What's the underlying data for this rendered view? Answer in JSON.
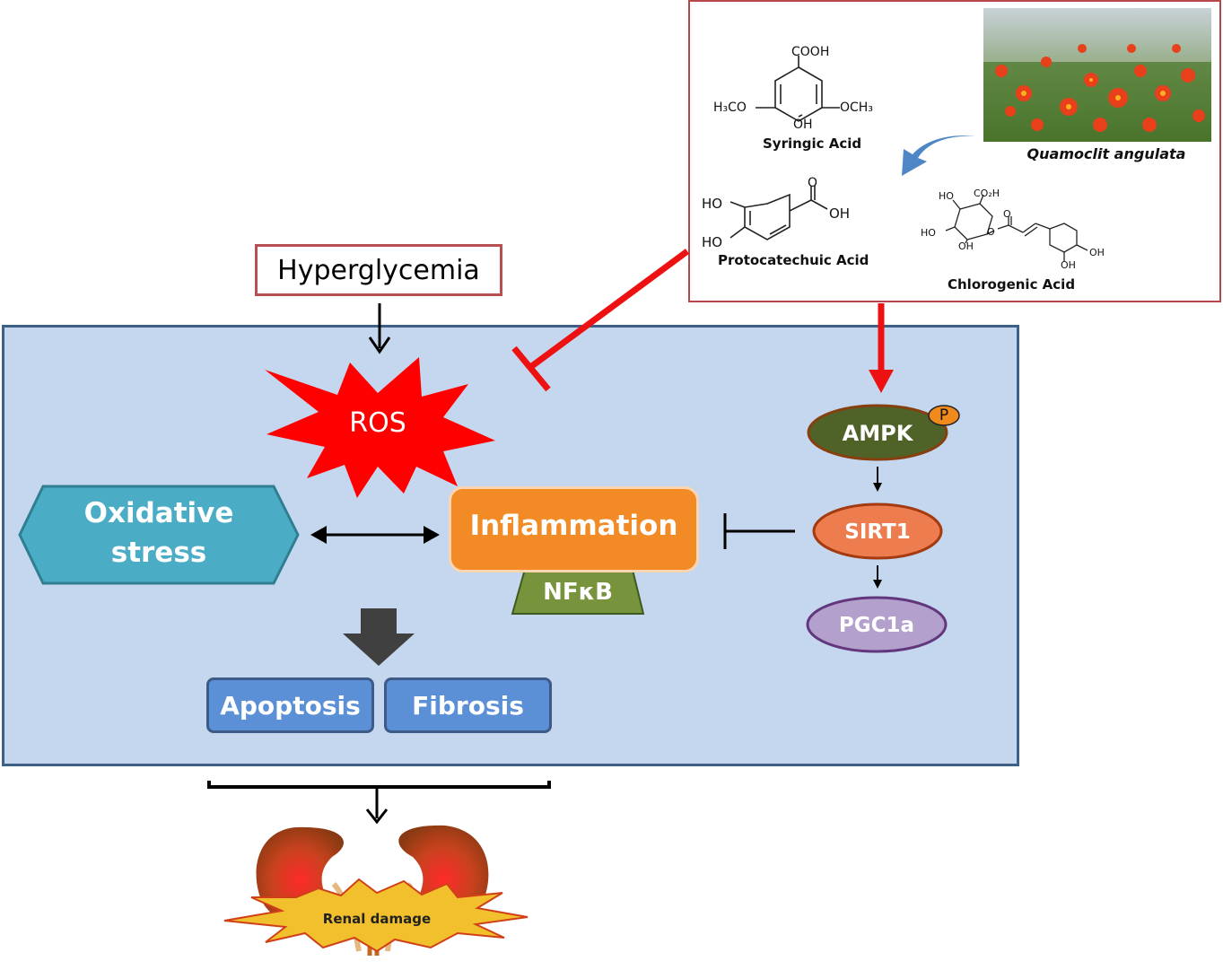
{
  "diagram": {
    "hyperglycemia": "Hyperglycemia",
    "ros": "ROS",
    "oxidative_stress_line1": "Oxidative",
    "oxidative_stress_line2": "stress",
    "inflammation": "Inflammation",
    "nfkb": "NFκB",
    "apoptosis": "Apoptosis",
    "fibrosis": "Fibrosis",
    "ampk": "AMPK",
    "phospho": "P",
    "sirt1": "SIRT1",
    "pgc1a": "PGC1a",
    "renal_damage": "Renal damage"
  },
  "inset": {
    "plant_name": "Quamoclit angulata",
    "syringic": {
      "name": "Syringic Acid",
      "cooh": "COOH",
      "h3co": "H₃CO",
      "och3": "OCH₃",
      "oh": "OH"
    },
    "protocatechuic": {
      "name": "Protocatechuic Acid",
      "ho1": "HO",
      "ho2": "HO",
      "o": "O",
      "oh": "OH"
    },
    "chlorogenic": {
      "name": "Chlorogenic Acid",
      "ho_top": "HO",
      "co2h": "CO₂H",
      "ho_left": "HO",
      "oh_bottom": "OH",
      "o_ester": "O",
      "o_carbonyl": "O",
      "oh_ring1": "OH",
      "oh_ring2": "OH"
    }
  },
  "colors": {
    "panel_bg": "#c5d7ee",
    "inhibit_red": "#ee1111",
    "ros_red": "#ff0000",
    "oxidative_teal": "#4aacc5",
    "inflammation_orange": "#f28a26",
    "nfkb_green": "#77933c",
    "ampk_olive": "#4f6228",
    "sirt1_salmon": "#ed7d4e",
    "pgc1a_lilac": "#b4a0cc",
    "box_blue": "#5b8fd6"
  }
}
